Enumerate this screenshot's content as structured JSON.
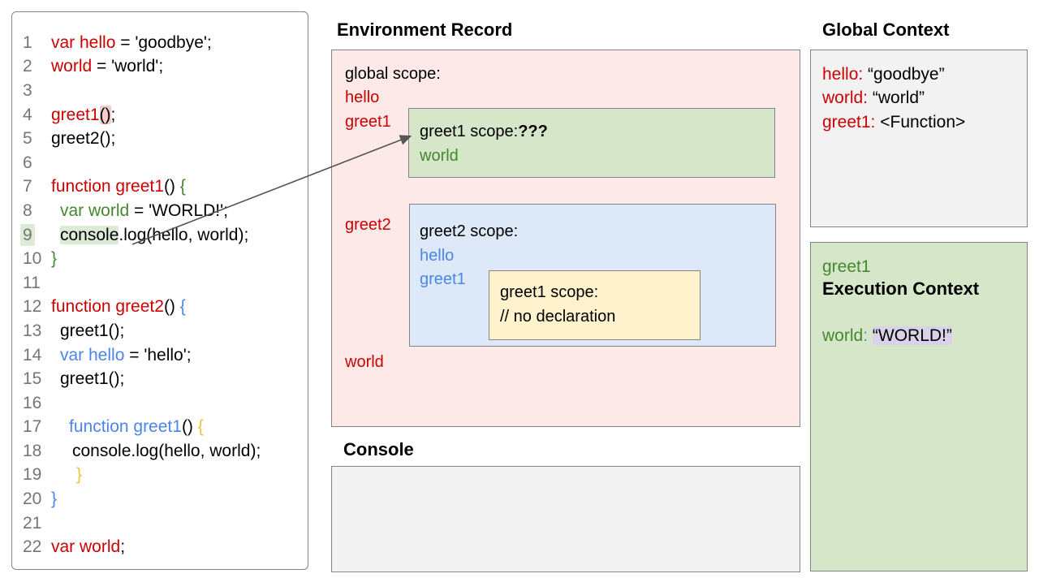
{
  "colors": {
    "black": "#000000",
    "red": "#cc0000",
    "green": "#44872e",
    "blue": "#4a86e8",
    "gold": "#f1c232",
    "gray": "#757575",
    "hl_pink": "#f5cbcb",
    "hl_green": "#dcead6",
    "hl_lavender": "#d9d2e9"
  },
  "code_panel": {
    "lines": [
      {
        "n": "1",
        "segs": [
          {
            "t": "var hello",
            "c": "red"
          },
          {
            "t": " = 'goodbye';"
          }
        ]
      },
      {
        "n": "2",
        "segs": [
          {
            "t": "world",
            "c": "red"
          },
          {
            "t": " = 'world';"
          }
        ]
      },
      {
        "n": "3",
        "segs": []
      },
      {
        "n": "4",
        "segs": [
          {
            "t": "greet1",
            "c": "red"
          },
          {
            "t": "()",
            "bg": "hl_pink"
          },
          {
            "t": ";"
          }
        ]
      },
      {
        "n": "5",
        "segs": [
          {
            "t": "greet2();"
          }
        ]
      },
      {
        "n": "6",
        "segs": []
      },
      {
        "n": "7",
        "segs": [
          {
            "t": "function greet1",
            "c": "red"
          },
          {
            "t": "() "
          },
          {
            "t": "{",
            "c": "green"
          }
        ]
      },
      {
        "n": "8",
        "ind": 11,
        "segs": [
          {
            "t": "var world",
            "c": "green"
          },
          {
            "t": " = 'WORLD!';"
          }
        ]
      },
      {
        "n": "9",
        "ind": 11,
        "nhl": true,
        "segs": [
          {
            "t": "console",
            "bg": "hl_green"
          },
          {
            "t": ".log(hello, world);"
          }
        ]
      },
      {
        "n": "10",
        "segs": [
          {
            "t": "}",
            "c": "green"
          }
        ]
      },
      {
        "n": "11",
        "segs": []
      },
      {
        "n": "12",
        "segs": [
          {
            "t": "function greet2",
            "c": "red"
          },
          {
            "t": "() "
          },
          {
            "t": "{",
            "c": "blue"
          }
        ]
      },
      {
        "n": "13",
        "ind": 11,
        "segs": [
          {
            "t": "greet1();"
          }
        ]
      },
      {
        "n": "14",
        "ind": 11,
        "segs": [
          {
            "t": "var hello",
            "c": "blue"
          },
          {
            "t": " = 'hello';"
          }
        ]
      },
      {
        "n": "15",
        "ind": 11,
        "segs": [
          {
            "t": "greet1();"
          }
        ]
      },
      {
        "n": "16",
        "segs": []
      },
      {
        "n": "17",
        "ind": 22,
        "segs": [
          {
            "t": "function greet1",
            "c": "blue"
          },
          {
            "t": "() "
          },
          {
            "t": "{",
            "c": "gold"
          }
        ]
      },
      {
        "n": "18",
        "ind": 26,
        "segs": [
          {
            "t": "console.log(hello, world);"
          }
        ]
      },
      {
        "n": "19",
        "ind": 31,
        "segs": [
          {
            "t": "}",
            "c": "gold"
          }
        ]
      },
      {
        "n": "20",
        "segs": [
          {
            "t": "}",
            "c": "blue"
          }
        ]
      },
      {
        "n": "21",
        "segs": []
      },
      {
        "n": "22",
        "segs": [
          {
            "t": "var world",
            "c": "red"
          },
          {
            "t": ";"
          }
        ]
      }
    ]
  },
  "environment_record": {
    "title": "Environment Record",
    "global_scope": {
      "label": [
        {
          "t": "global scope:"
        }
      ],
      "hello": [
        {
          "t": "hello",
          "c": "red"
        }
      ],
      "greet1": [
        {
          "t": "greet1",
          "c": "red"
        }
      ],
      "greet2": [
        {
          "t": "greet2",
          "c": "red"
        }
      ],
      "world": [
        {
          "t": "world",
          "c": "red"
        }
      ]
    },
    "greet1_scope": {
      "header": [
        {
          "t": "greet1 scope:"
        },
        {
          "t": "???",
          "b": true
        }
      ],
      "world": [
        {
          "t": "world",
          "c": "green"
        }
      ]
    },
    "greet2_scope": {
      "header": [
        {
          "t": "greet2 scope:"
        }
      ],
      "hello": [
        {
          "t": "hello",
          "c": "blue"
        }
      ],
      "greet1": [
        {
          "t": "greet1",
          "c": "blue"
        }
      ],
      "inner_greet1_scope": {
        "header": [
          {
            "t": "greet1 scope:"
          }
        ],
        "comment": [
          {
            "t": "// no declaration"
          }
        ]
      }
    }
  },
  "console_section": {
    "title": "Console"
  },
  "global_context": {
    "title": "Global Context",
    "entries": [
      [
        {
          "t": "hello:",
          "c": "red"
        },
        {
          "t": " “goodbye”"
        }
      ],
      [
        {
          "t": "world:",
          "c": "red"
        },
        {
          "t": " “world”"
        }
      ],
      [
        {
          "t": "greet1:",
          "c": "red"
        },
        {
          "t": " <Function>"
        }
      ]
    ]
  },
  "execution_context": {
    "function_name": [
      {
        "t": "greet1",
        "c": "green"
      }
    ],
    "title": [
      {
        "t": "Execution Context",
        "b": true
      }
    ],
    "world": [
      {
        "t": "world",
        "c": "green"
      },
      {
        "t": ":",
        "c": "blue"
      },
      {
        "t": " "
      },
      {
        "t": "“WORLD!”",
        "bg": "hl_lavender"
      }
    ]
  }
}
